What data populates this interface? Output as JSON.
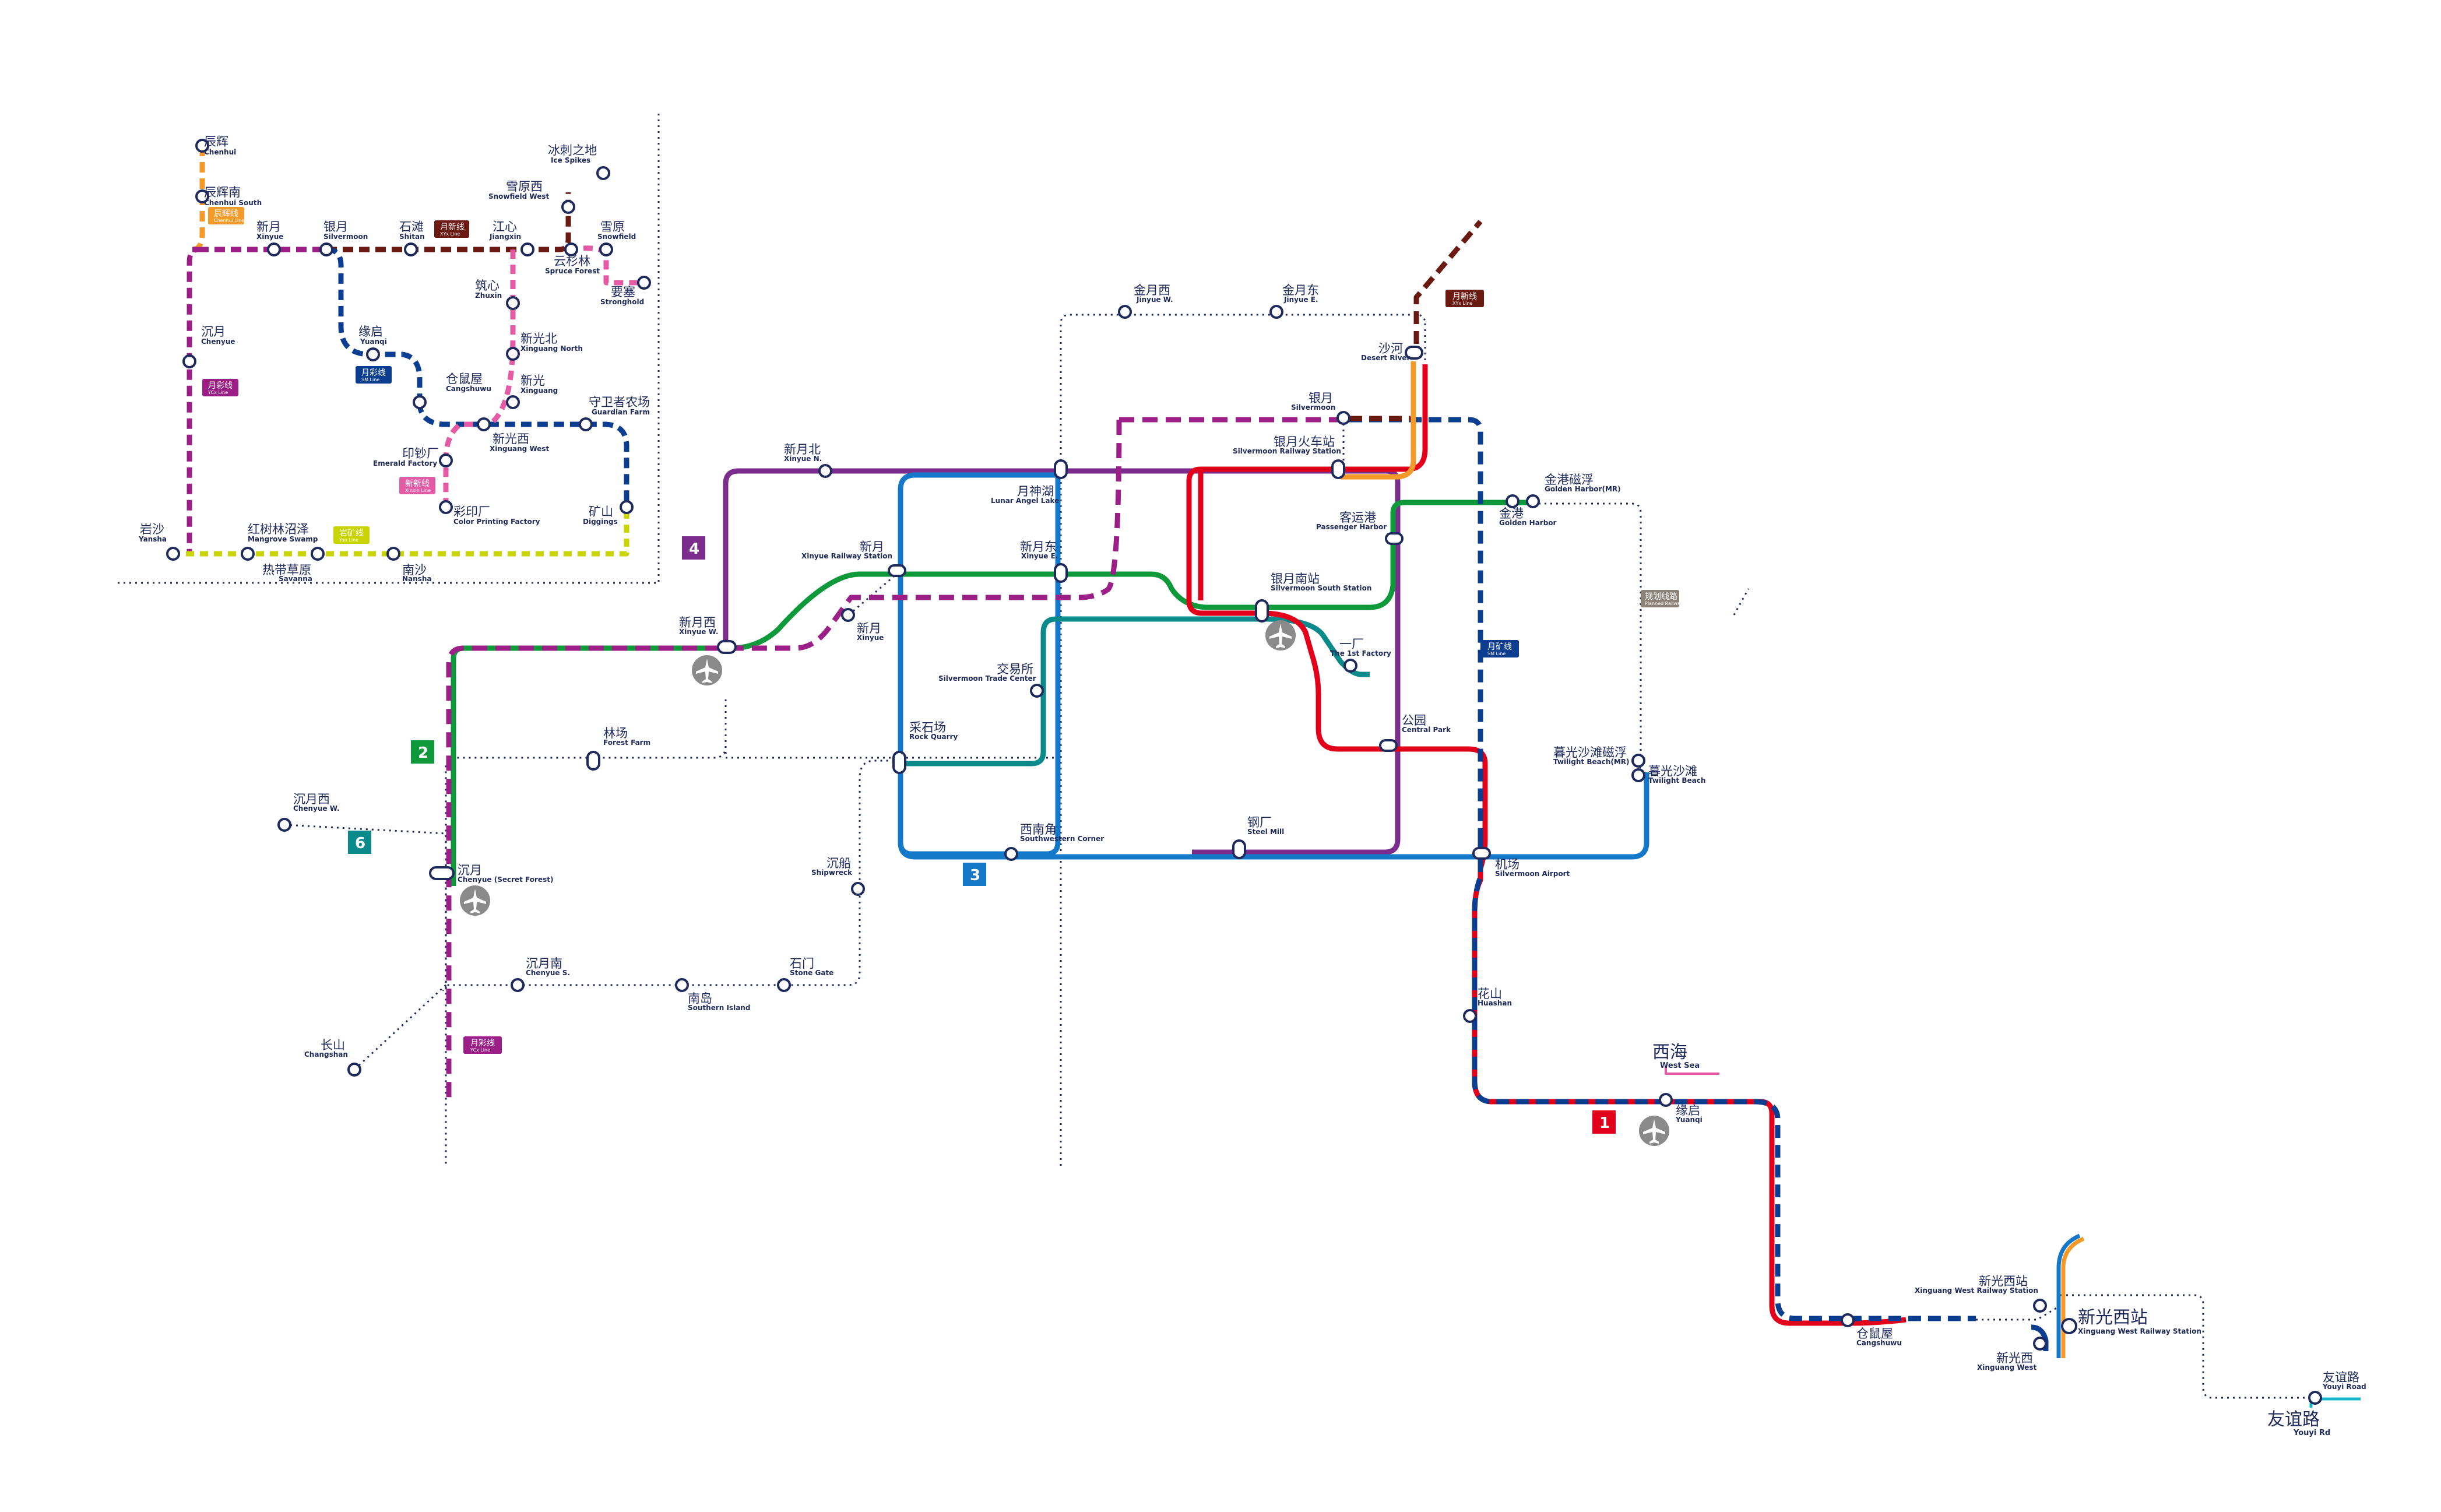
{
  "colors": {
    "line1_red": "#e3001b",
    "line1_blue": "#0b3d91",
    "line2_green": "#0e9a3a",
    "line3_blue": "#1478c8",
    "line4_purple": "#7b2d8e",
    "line6_teal": "#0a8a8a",
    "yuecai_magenta": "#9b1f86",
    "yuexin_brown": "#6b1a12",
    "yuecheng_orange": "#f39a2b",
    "yuelin_pink": "#e55aa5",
    "yuekuang_yellow": "#c9d400",
    "planned_gray": "#8c8277",
    "westsea_pink": "#e55aa5",
    "youyi_cyan": "#19b5c8",
    "text_navy": "#1f2a5c"
  },
  "line_badges": [
    {
      "id": "1",
      "label": "1"
    },
    {
      "id": "2",
      "label": "2"
    },
    {
      "id": "3",
      "label": "3"
    },
    {
      "id": "4",
      "label": "4"
    },
    {
      "id": "6",
      "label": "6"
    }
  ],
  "line_tags": {
    "yuexin_main": {
      "zh": "月新线",
      "en": "XYx Line"
    },
    "yuekuang_main": {
      "zh": "月矿线",
      "en": "SM Line"
    },
    "yuecai_main": {
      "zh": "月彩线",
      "en": "YCx Line"
    },
    "planned": {
      "zh": "规划线路",
      "en": "Planned Railway"
    },
    "inset_yuecheng": {
      "zh": "辰辉线",
      "en": "Chenhui Line"
    },
    "inset_yuexin": {
      "zh": "月新线",
      "en": "XYx Line"
    },
    "inset_yuecai": {
      "zh": "月彩线",
      "en": "YCx Line"
    },
    "inset_yuekuang": {
      "zh": "月矿线",
      "en": "SM Line"
    },
    "inset_xinxin": {
      "zh": "新新线",
      "en": "Xinxin Line"
    },
    "inset_kuang": {
      "zh": "岩矿线",
      "en": "Yan Line"
    }
  },
  "stations": {
    "jinyue_w": {
      "zh": "金月西",
      "en": "Jinyue W."
    },
    "jinyue_e": {
      "zh": "金月东",
      "en": "Jinyue E."
    },
    "desert_river": {
      "zh": "沙河",
      "en": "Desert River"
    },
    "silvermoon": {
      "zh": "银月",
      "en": "Silvermoon"
    },
    "silvermoon_rs": {
      "zh": "银月火车站",
      "en": "Silvermoon Railway Station"
    },
    "xinyue_n": {
      "zh": "新月北",
      "en": "Xinyue N."
    },
    "lunar_angel": {
      "zh": "月神湖",
      "en": "Lunar Angel Lake"
    },
    "golden_harbor_mr": {
      "zh": "金港磁浮",
      "en": "Golden Harbor(MR)"
    },
    "golden_harbor": {
      "zh": "金港",
      "en": "Golden Harbor"
    },
    "passenger_harbor": {
      "zh": "客运港",
      "en": "Passenger Harbor"
    },
    "xinyue_rs": {
      "zh": "新月",
      "en": "Xinyue Railway Station"
    },
    "xinyue_e": {
      "zh": "新月东",
      "en": "Xinyue E."
    },
    "silvermoon_ss": {
      "zh": "银月南站",
      "en": "Silvermoon South Station"
    },
    "xinyue_w": {
      "zh": "新月西",
      "en": "Xinyue W."
    },
    "xinyue": {
      "zh": "新月",
      "en": "Xinyue"
    },
    "first_factory": {
      "zh": "一厂",
      "en": "The 1st Factory"
    },
    "trade_center": {
      "zh": "交易所",
      "en": "Silvermoon Trade Center"
    },
    "central_park": {
      "zh": "公园",
      "en": "Central Park"
    },
    "forest_farm": {
      "zh": "林场",
      "en": "Forest Farm"
    },
    "rock_quarry": {
      "zh": "采石场",
      "en": "Rock Quarry"
    },
    "twilight_beach_mr": {
      "zh": "暮光沙滩磁浮",
      "en": "Twilight Beach(MR)"
    },
    "twilight_beach": {
      "zh": "暮光沙滩",
      "en": "Twilight Beach"
    },
    "chenyue_w": {
      "zh": "沉月西",
      "en": "Chenyue W."
    },
    "sw_corner": {
      "zh": "西南角",
      "en": "Southwestern Corner"
    },
    "steel_mill": {
      "zh": "钢厂",
      "en": "Steel Mill"
    },
    "chenyue_sf": {
      "zh": "沉月",
      "en": "Chenyue (Secret Forest)"
    },
    "shipwreck": {
      "zh": "沉船",
      "en": "Shipwreck"
    },
    "airport": {
      "zh": "机场",
      "en": "Silvermoon Airport"
    },
    "chenyue_s": {
      "zh": "沉月南",
      "en": "Chenyue S."
    },
    "stone_gate": {
      "zh": "石门",
      "en": "Stone Gate"
    },
    "southern_island": {
      "zh": "南岛",
      "en": "Southern Island"
    },
    "huashan": {
      "zh": "花山",
      "en": "Huashan"
    },
    "changshan": {
      "zh": "长山",
      "en": "Changshan"
    },
    "west_sea": {
      "zh": "西海",
      "en": "West Sea"
    },
    "yuanqi": {
      "zh": "缘启",
      "en": "Yuanqi"
    },
    "xg_west_rs_small": {
      "zh": "新光西站",
      "en": "Xinguang West Railway Station"
    },
    "xg_west_rs": {
      "zh": "新光西站",
      "en": "Xinguang West Railway Station"
    },
    "cangshuwu": {
      "zh": "仓鼠屋",
      "en": "Cangshuwu"
    },
    "xinguang_w": {
      "zh": "新光西",
      "en": "Xinguang West"
    },
    "youyi_road_stn": {
      "zh": "友谊路",
      "en": "Youyi Road"
    },
    "youyi_rd": {
      "zh": "友谊路",
      "en": "Youyi Rd"
    }
  },
  "inset_stations": {
    "chenhui": {
      "zh": "辰辉",
      "en": "Chenhui"
    },
    "chenhui_s": {
      "zh": "辰辉南",
      "en": "Chenhui South"
    },
    "ice_spikes": {
      "zh": "冰刺之地",
      "en": "Ice Spikes"
    },
    "snowfield_w": {
      "zh": "雪原西",
      "en": "Snowfield West"
    },
    "xinyue": {
      "zh": "新月",
      "en": "Xinyue"
    },
    "silvermoon": {
      "zh": "银月",
      "en": "Silvermoon"
    },
    "shitan": {
      "zh": "石滩",
      "en": "Shitan"
    },
    "jiangxin": {
      "zh": "江心",
      "en": "Jiangxin"
    },
    "snowfield": {
      "zh": "雪原",
      "en": "Snowfield"
    },
    "spruce_forest": {
      "zh": "云杉林",
      "en": "Spruce Forest"
    },
    "zhuxin": {
      "zh": "筑心",
      "en": "Zhuxin"
    },
    "stronghold": {
      "zh": "要塞",
      "en": "Stronghold"
    },
    "chenyue": {
      "zh": "沉月",
      "en": "Chenyue"
    },
    "yuanqi": {
      "zh": "缘启",
      "en": "Yuanqi"
    },
    "xinguang_n": {
      "zh": "新光北",
      "en": "Xinguang North"
    },
    "cangshuwu": {
      "zh": "仓鼠屋",
      "en": "Cangshuwu"
    },
    "xinguang": {
      "zh": "新光",
      "en": "Xinguang"
    },
    "guardian_farm": {
      "zh": "守卫者农场",
      "en": "Guardian Farm"
    },
    "xinguang_w": {
      "zh": "新光西",
      "en": "Xinguang West"
    },
    "emerald_factory": {
      "zh": "印钞厂",
      "en": "Emerald Factory"
    },
    "color_printing": {
      "zh": "彩印厂",
      "en": "Color Printing Factory"
    },
    "diggings": {
      "zh": "矿山",
      "en": "Diggings"
    },
    "yansha": {
      "zh": "岩沙",
      "en": "Yansha"
    },
    "mangrove": {
      "zh": "红树林沼泽",
      "en": "Mangrove Swamp"
    },
    "savanna": {
      "zh": "热带草原",
      "en": "Savanna"
    },
    "nansha": {
      "zh": "南沙",
      "en": "Nansha"
    }
  }
}
